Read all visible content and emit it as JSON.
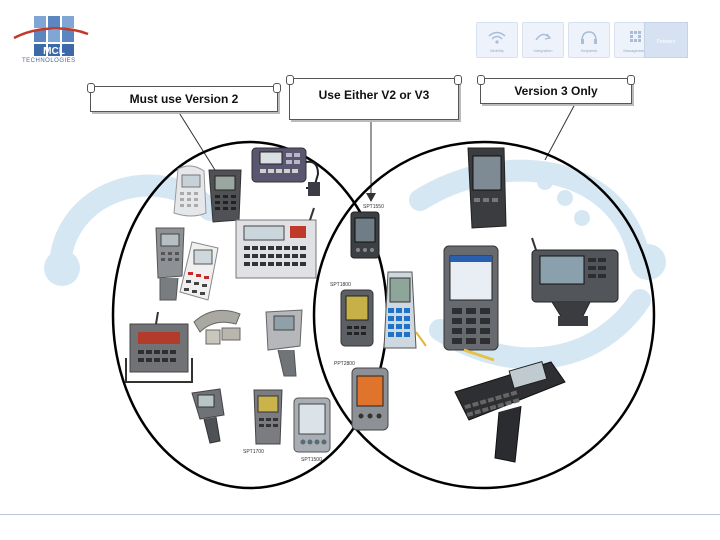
{
  "header": {
    "logo_letters": "MCL",
    "logo_subtext": "TECHNOLOGIES",
    "nav": [
      {
        "label": "Mobility",
        "icon": "wireless-icon"
      },
      {
        "label": "Integration",
        "icon": "cycle-icon"
      },
      {
        "label": "Helpdesk",
        "icon": "headset-icon"
      },
      {
        "label": "Management",
        "icon": "grid-icon"
      }
    ],
    "partners_label": "Partners"
  },
  "callouts": {
    "left": "Must use Version 2",
    "middle": "Use Either V2 or V3",
    "right": "Version 3 Only"
  },
  "device_labels": {
    "spt1550": "SPT1550",
    "spt1800": "SPT1800",
    "ppt2800": "PPT2800",
    "spt1700": "SPT1700",
    "spt1500": "SPT1500"
  },
  "colors": {
    "background_watermark": "#cfe3f2",
    "ellipse_stroke": "#000000",
    "callout_border": "#555555"
  }
}
